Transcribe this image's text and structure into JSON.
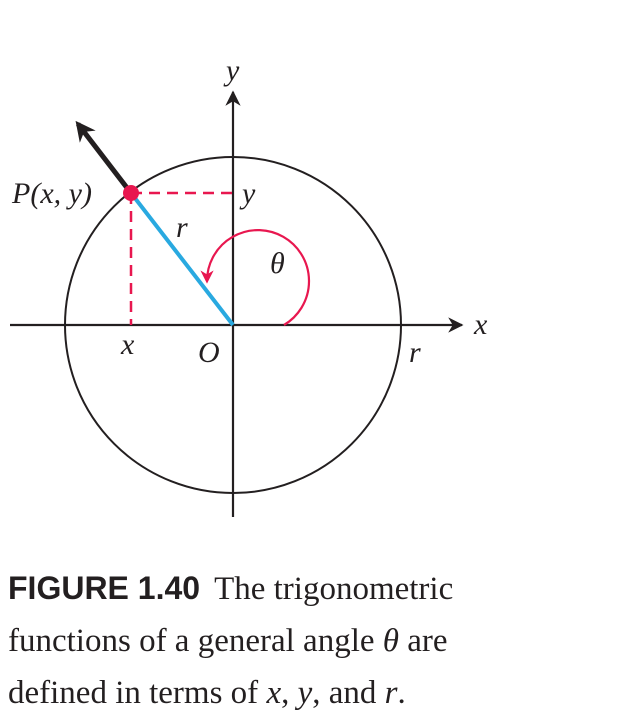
{
  "diagram": {
    "labels": {
      "y_axis": "y",
      "x_axis": "x",
      "point": "P(x, y)",
      "y_tick": "y",
      "x_tick": "x",
      "radius": "r",
      "angle": "θ",
      "origin": "O",
      "radius_on_axis": "r"
    },
    "colors": {
      "axes": "#231f20",
      "circle": "#231f20",
      "radius_line": "#29a9e0",
      "point": "#e8174f",
      "dashed": "#e8174f",
      "angle_arc": "#e8174f",
      "ray_arrow": "#231f20"
    }
  },
  "caption": {
    "figure_label": "FIGURE 1.40",
    "line1": "The trigonometric",
    "line2_pre": "functions of a general angle ",
    "theta": "θ",
    "line2_post": " are",
    "line3_pre": "defined in terms of ",
    "x": "x",
    "comma1": ", ",
    "y": "y",
    "and": ", and ",
    "r": "r",
    "period": "."
  }
}
